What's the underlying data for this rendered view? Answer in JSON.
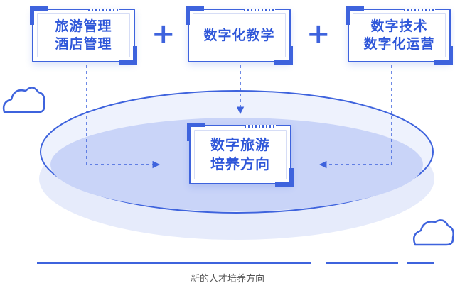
{
  "diagram": {
    "top_cards": [
      {
        "lines": [
          "旅游管理",
          "酒店管理"
        ]
      },
      {
        "lines": [
          "数字化教学"
        ]
      },
      {
        "lines": [
          "数字技术",
          "数字化运营"
        ]
      }
    ],
    "operators": [
      "+",
      "+"
    ],
    "center_card": {
      "lines": [
        "数字旅游",
        "培养方向"
      ]
    },
    "caption": "新的人才培养方向"
  },
  "colors": {
    "accent": "#3e63dd",
    "text_blue": "#2f57d9",
    "ellipse_fill": "#c9d4f8",
    "ellipse_shadow": "#e6ebfb",
    "caption": "#555555"
  },
  "icons": [
    "cloud-icon",
    "cloud-icon"
  ]
}
